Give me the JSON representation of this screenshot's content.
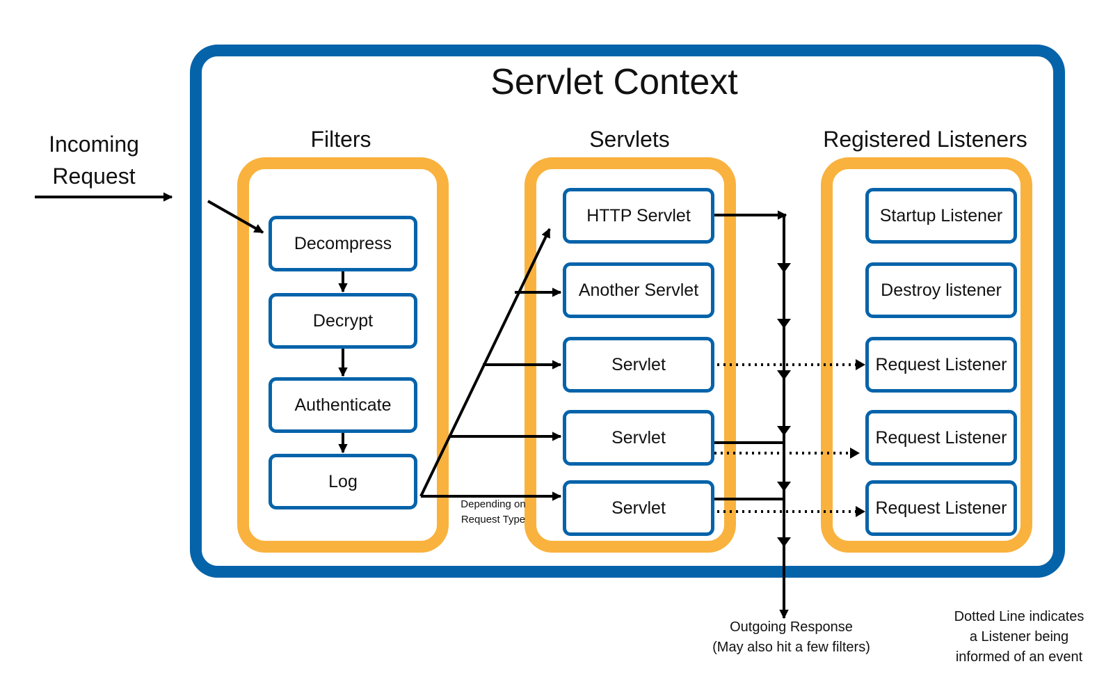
{
  "diagram": {
    "title": "Servlet Context",
    "incoming_request": [
      "Incoming",
      "Request"
    ],
    "groups": {
      "filters": {
        "title": "Filters",
        "items": [
          "Decompress",
          "Decrypt",
          "Authenticate",
          "Log"
        ]
      },
      "servlets": {
        "title": "Servlets",
        "items": [
          "HTTP Servlet",
          "Another Servlet",
          "Servlet",
          "Servlet",
          "Servlet"
        ]
      },
      "listeners": {
        "title": "Registered Listeners",
        "items": [
          "Startup Listener",
          "Destroy listener",
          "Request Listener",
          "Request Listener",
          "Request Listener"
        ]
      }
    },
    "depending_label": [
      "Depending on",
      "Request Type"
    ],
    "outgoing_response": [
      "Outgoing Response",
      "(May also hit a few filters)"
    ],
    "legend_note": [
      "Dotted Line indicates",
      "a Listener being",
      "informed of an event"
    ],
    "colors": {
      "context_border": "#0563aa",
      "group_border": "#f9b23e",
      "box_border": "#0563aa",
      "arrow": "#000000"
    }
  }
}
